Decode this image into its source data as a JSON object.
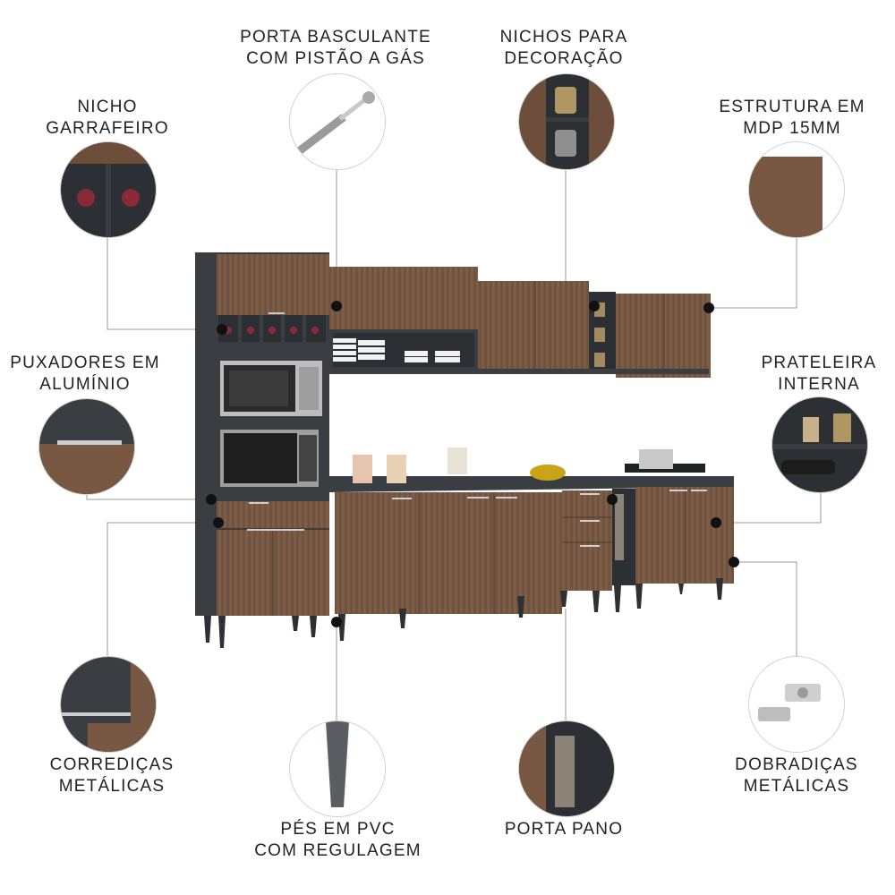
{
  "features": [
    {
      "id": "porta-basculante",
      "line1": "PORTA BASCULANTE",
      "line2": "COM PISTÃO A GÁS"
    },
    {
      "id": "nichos-decoracao",
      "line1": "NICHOS PARA",
      "line2": "DECORAÇÃO"
    },
    {
      "id": "nicho-garrafeiro",
      "line1": "NICHO",
      "line2": "GARRAFEIRO"
    },
    {
      "id": "estrutura-mdp",
      "line1": "ESTRUTURA EM",
      "line2": "MDP 15MM"
    },
    {
      "id": "puxadores",
      "line1": "PUXADORES EM",
      "line2": "ALUMÍNIO"
    },
    {
      "id": "prateleira",
      "line1": "PRATELEIRA",
      "line2": "INTERNA"
    },
    {
      "id": "corredicas",
      "line1": "CORREDIÇAS",
      "line2": "METÁLICAS"
    },
    {
      "id": "dobradicas",
      "line1": "DOBRADIÇAS",
      "line2": "METÁLICAS"
    },
    {
      "id": "pes-pvc",
      "line1": "PÉS EM PVC",
      "line2": "COM REGULAGEM"
    },
    {
      "id": "porta-pano",
      "line1": "PORTA PANO",
      "line2": ""
    }
  ],
  "colors": {
    "wood": "#7a5a44",
    "wood_dark": "#5e4332",
    "graphite": "#3a3d42",
    "graphite_light": "#4a4e54",
    "line": "#9a9a9a"
  }
}
